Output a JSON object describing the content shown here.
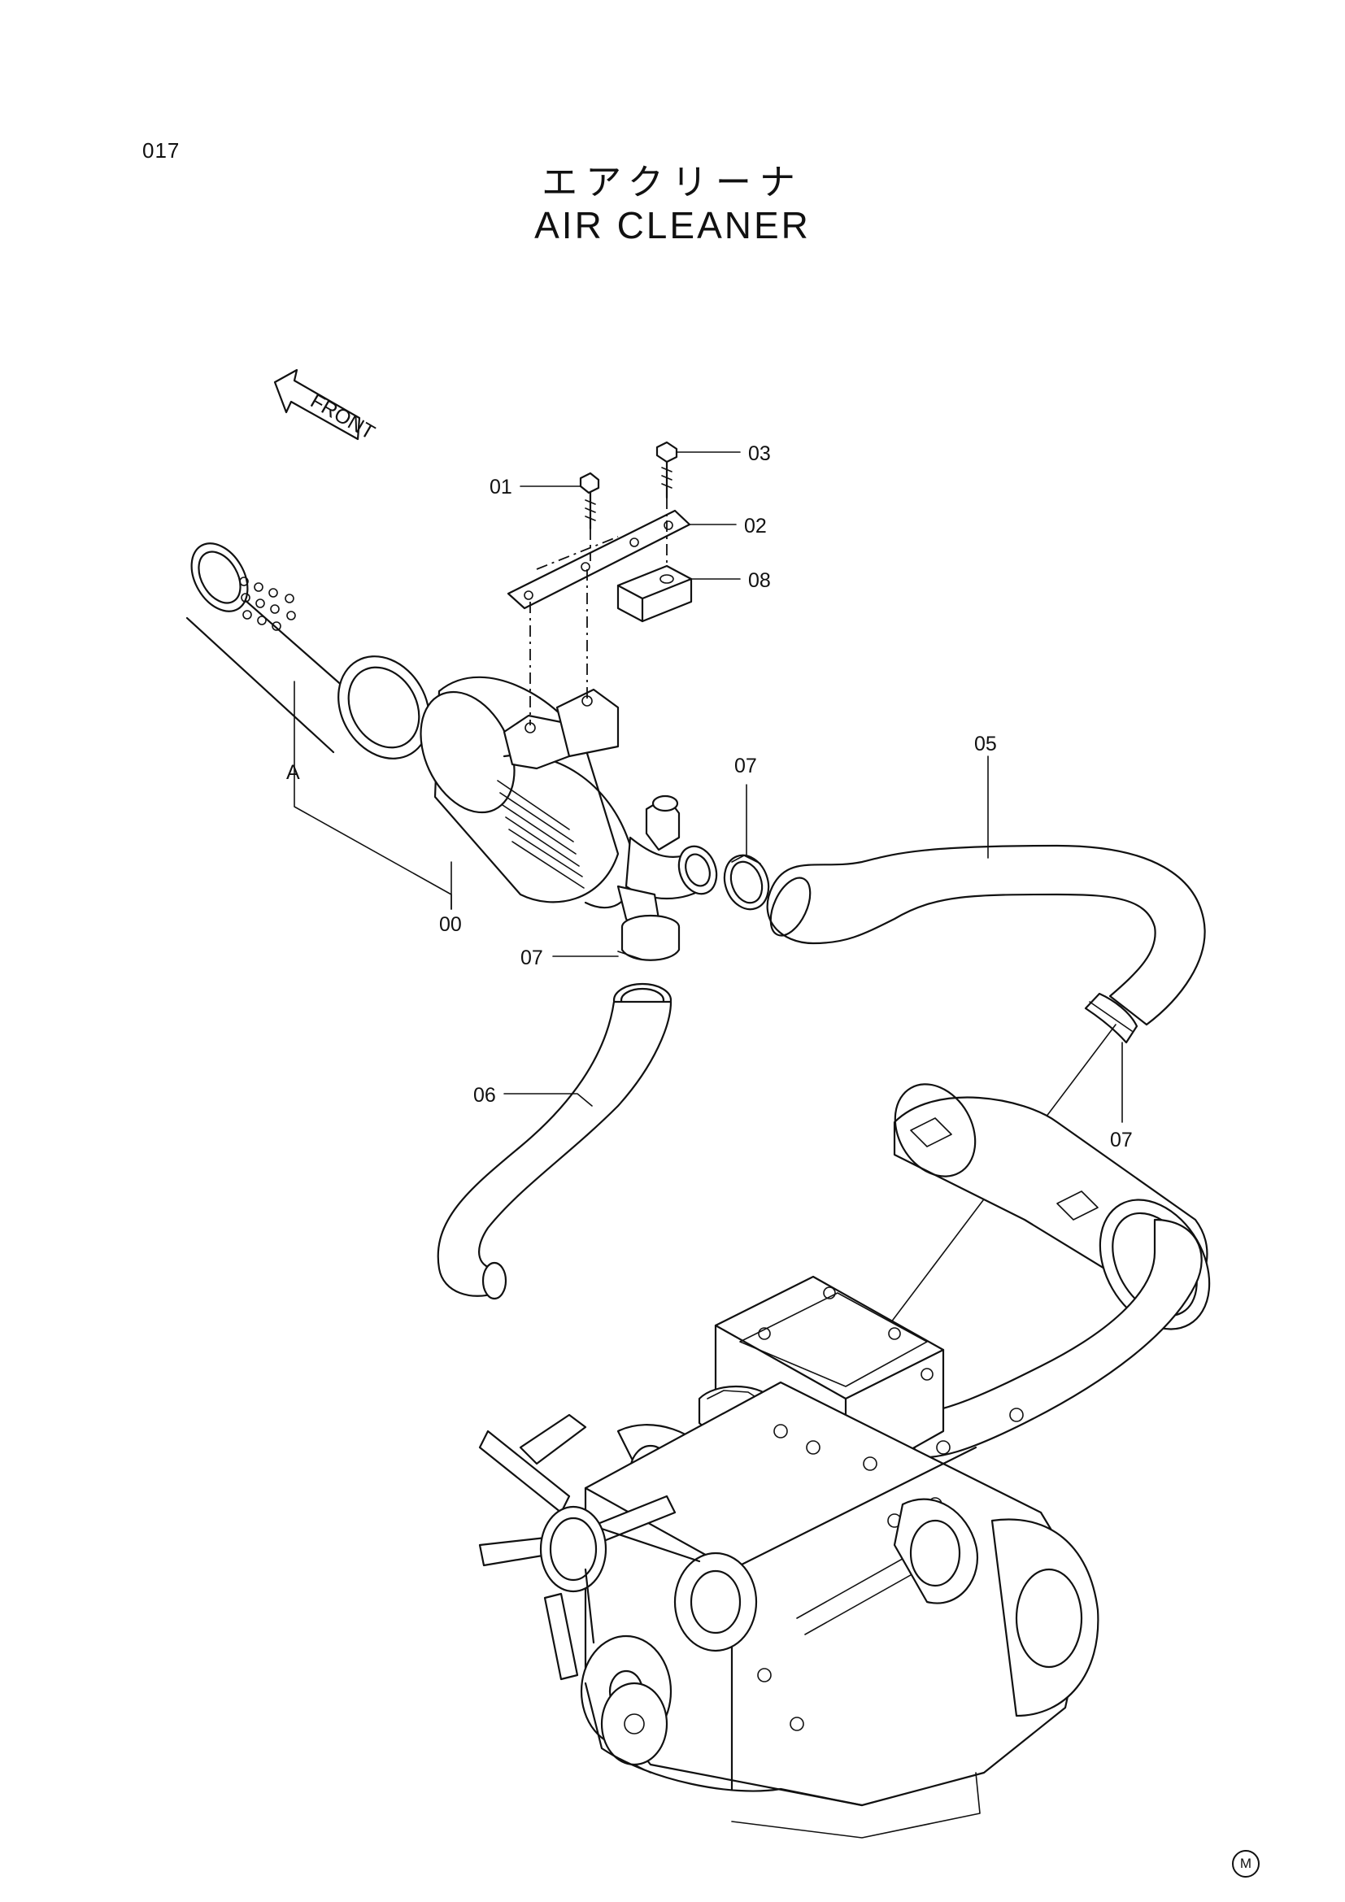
{
  "page_number": "017",
  "title_jp": "エアクリーナ",
  "title_en": "AIR CLEANER",
  "front_label": "FRONT",
  "detail_label": "A",
  "part_labels": {
    "p00": "00",
    "p01": "01",
    "p02": "02",
    "p03": "03",
    "p05": "05",
    "p06": "06",
    "p07a": "07",
    "p07b": "07",
    "p07c": "07",
    "p08": "08"
  },
  "footer_mark": "M"
}
